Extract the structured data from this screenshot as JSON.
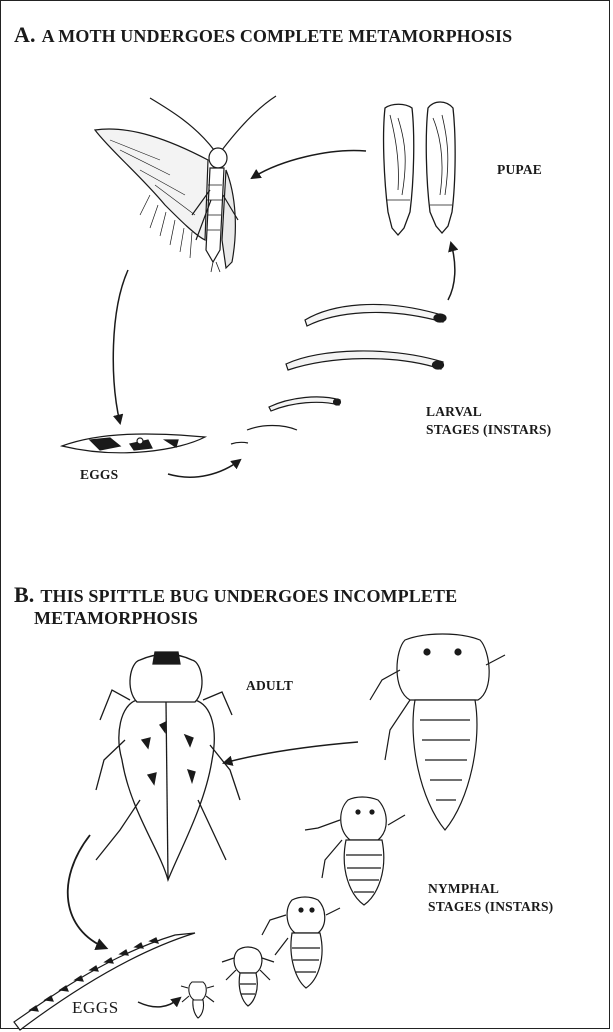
{
  "section_a": {
    "letter": "A.",
    "heading": "A MOTH UNDERGOES COMPLETE METAMORPHOSIS",
    "labels": {
      "pupae": "PUPAE",
      "larval_line1": "LARVAL",
      "larval_line2": "STAGES (INSTARS)",
      "eggs": "EGGS"
    }
  },
  "section_b": {
    "letter": "B.",
    "heading_line1": "THIS SPITTLE BUG UNDERGOES INCOMPLETE",
    "heading_line2": "METAMORPHOSIS",
    "labels": {
      "adult": "ADULT",
      "nymphal_line1": "NYMPHAL",
      "nymphal_line2": "STAGES (INSTARS)",
      "eggs": "EGGS"
    }
  },
  "colors": {
    "ink": "#1a1a1a",
    "paper": "#ffffff"
  }
}
